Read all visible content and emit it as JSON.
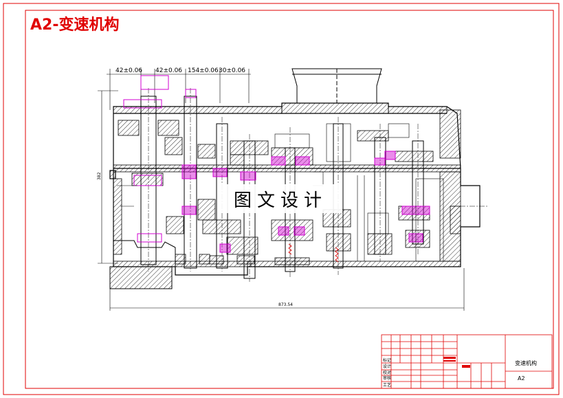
{
  "drawing": {
    "title": "A2-变速机构",
    "dimensions": {
      "d1": "42±0.06",
      "d2": "42±0.06",
      "d3": "154±0.06",
      "d4": "30±0.06",
      "overall": "873.54",
      "height": "382"
    },
    "watermark": "图文设计"
  },
  "title_block": {
    "drawing_name": "变速机构",
    "scale_code": "A2",
    "row_labels": [
      "标记",
      "设计",
      "校对",
      "审核",
      "工艺"
    ]
  },
  "colors": {
    "frame": "#e00000",
    "outline": "#000000",
    "highlight": "#d000d0",
    "hatch": "#000000"
  }
}
